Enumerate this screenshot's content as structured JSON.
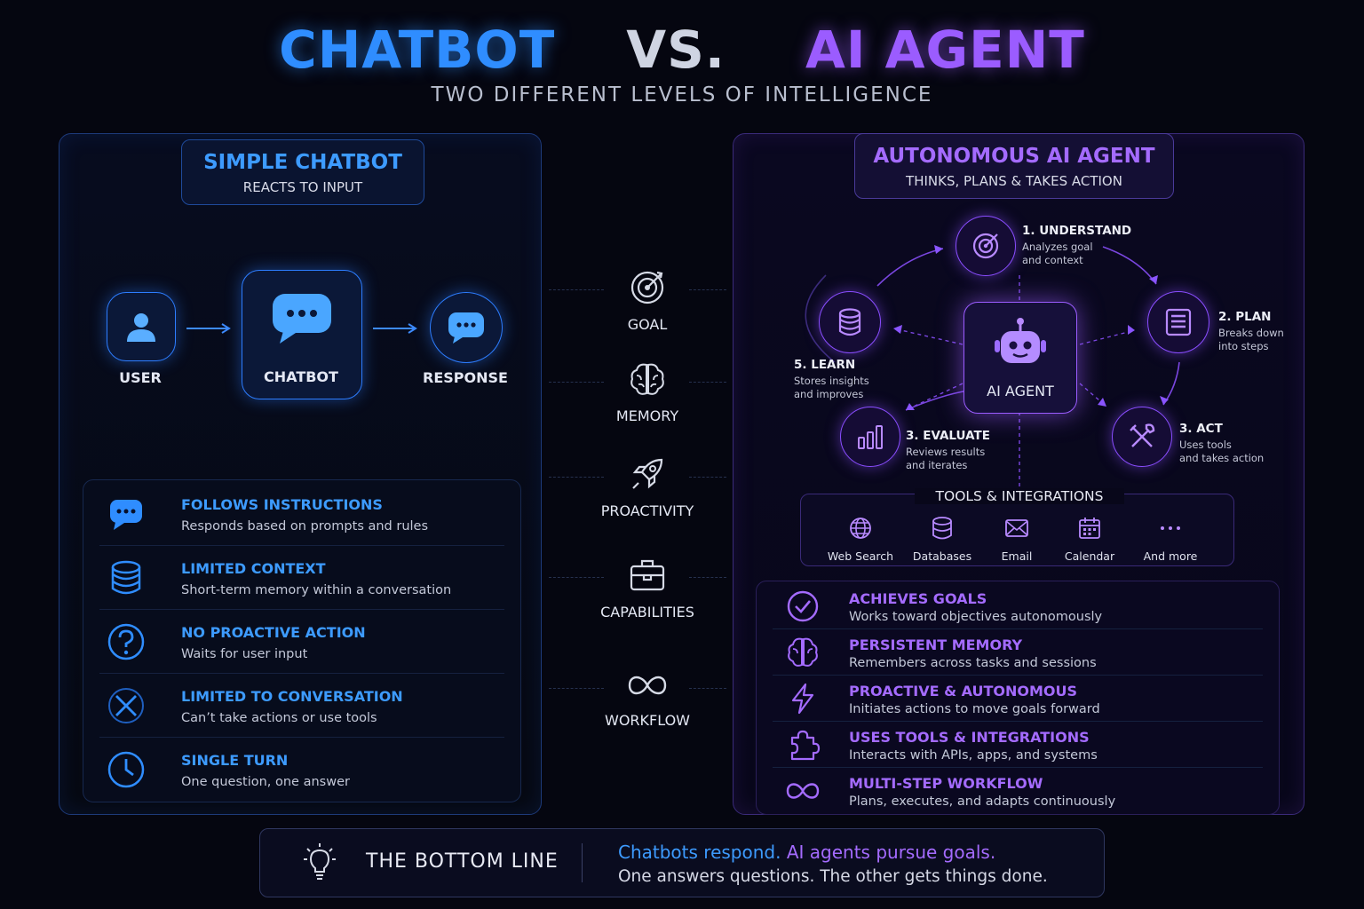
{
  "header": {
    "left": "CHATBOT",
    "vs": "VS.",
    "right": "AI AGENT",
    "subtitle": "TWO DIFFERENT LEVELS OF INTELLIGENCE"
  },
  "chatbot": {
    "title": "SIMPLE CHATBOT",
    "subtitle": "REACTS TO INPUT",
    "flow": [
      "USER",
      "CHATBOT",
      "RESPONSE"
    ],
    "features": [
      {
        "title": "FOLLOWS INSTRUCTIONS",
        "desc": "Responds based on prompts and rules",
        "icon": "chat-bubble-icon"
      },
      {
        "title": "LIMITED CONTEXT",
        "desc": "Short-term memory within a conversation",
        "icon": "database-icon"
      },
      {
        "title": "NO PROACTIVE ACTION",
        "desc": "Waits for user input",
        "icon": "question-icon"
      },
      {
        "title": "LIMITED TO CONVERSATION",
        "desc": "Can’t take actions or use tools",
        "icon": "x-icon"
      },
      {
        "title": "SINGLE TURN",
        "desc": "One question, one answer",
        "icon": "clock-icon"
      }
    ]
  },
  "comparison": [
    {
      "label": "GOAL",
      "icon": "target-icon"
    },
    {
      "label": "MEMORY",
      "icon": "brain-icon"
    },
    {
      "label": "PROACTIVITY",
      "icon": "rocket-icon"
    },
    {
      "label": "CAPABILITIES",
      "icon": "toolbox-icon"
    },
    {
      "label": "WORKFLOW",
      "icon": "infinity-icon"
    }
  ],
  "agent": {
    "title": "AUTONOMOUS AI AGENT",
    "subtitle": "THINKS, PLANS & TAKES ACTION",
    "core": "AI AGENT",
    "steps": [
      {
        "title": "1. UNDERSTAND",
        "desc1": "Analyzes goal",
        "desc2": "and context"
      },
      {
        "title": "2. PLAN",
        "desc1": "Breaks down",
        "desc2": "into steps"
      },
      {
        "title": "3. ACT",
        "desc1": "Uses tools",
        "desc2": "and takes action"
      },
      {
        "title": "3. EVALUATE",
        "desc1": "Reviews results",
        "desc2": "and iterates"
      },
      {
        "title": "5. LEARN",
        "desc1": "Stores insights",
        "desc2": "and improves"
      }
    ],
    "tools_title": "TOOLS & INTEGRATIONS",
    "tools": [
      "Web Search",
      "Databases",
      "Email",
      "Calendar",
      "And more"
    ],
    "features": [
      {
        "title": "ACHIEVES GOALS",
        "desc": "Works toward objectives autonomously",
        "icon": "check-circle-icon"
      },
      {
        "title": "PERSISTENT MEMORY",
        "desc": "Remembers across tasks and sessions",
        "icon": "brain-icon"
      },
      {
        "title": "PROACTIVE & AUTONOMOUS",
        "desc": "Initiates actions to move goals forward",
        "icon": "lightning-icon"
      },
      {
        "title": "USES TOOLS & INTEGRATIONS",
        "desc": "Interacts with APIs, apps, and systems",
        "icon": "puzzle-icon"
      },
      {
        "title": "MULTI-STEP WORKFLOW",
        "desc": "Plans, executes, and adapts continuously",
        "icon": "infinity-icon"
      }
    ]
  },
  "bottom": {
    "title": "THE BOTTOM LINE",
    "line1a": "Chatbots respond.",
    "line1b": "AI agents pursue goals.",
    "line2": "One answers questions. The other gets things done."
  },
  "colors": {
    "chatbot": "#2f8dff",
    "agent": "#9b5cff",
    "background": "#050610"
  }
}
